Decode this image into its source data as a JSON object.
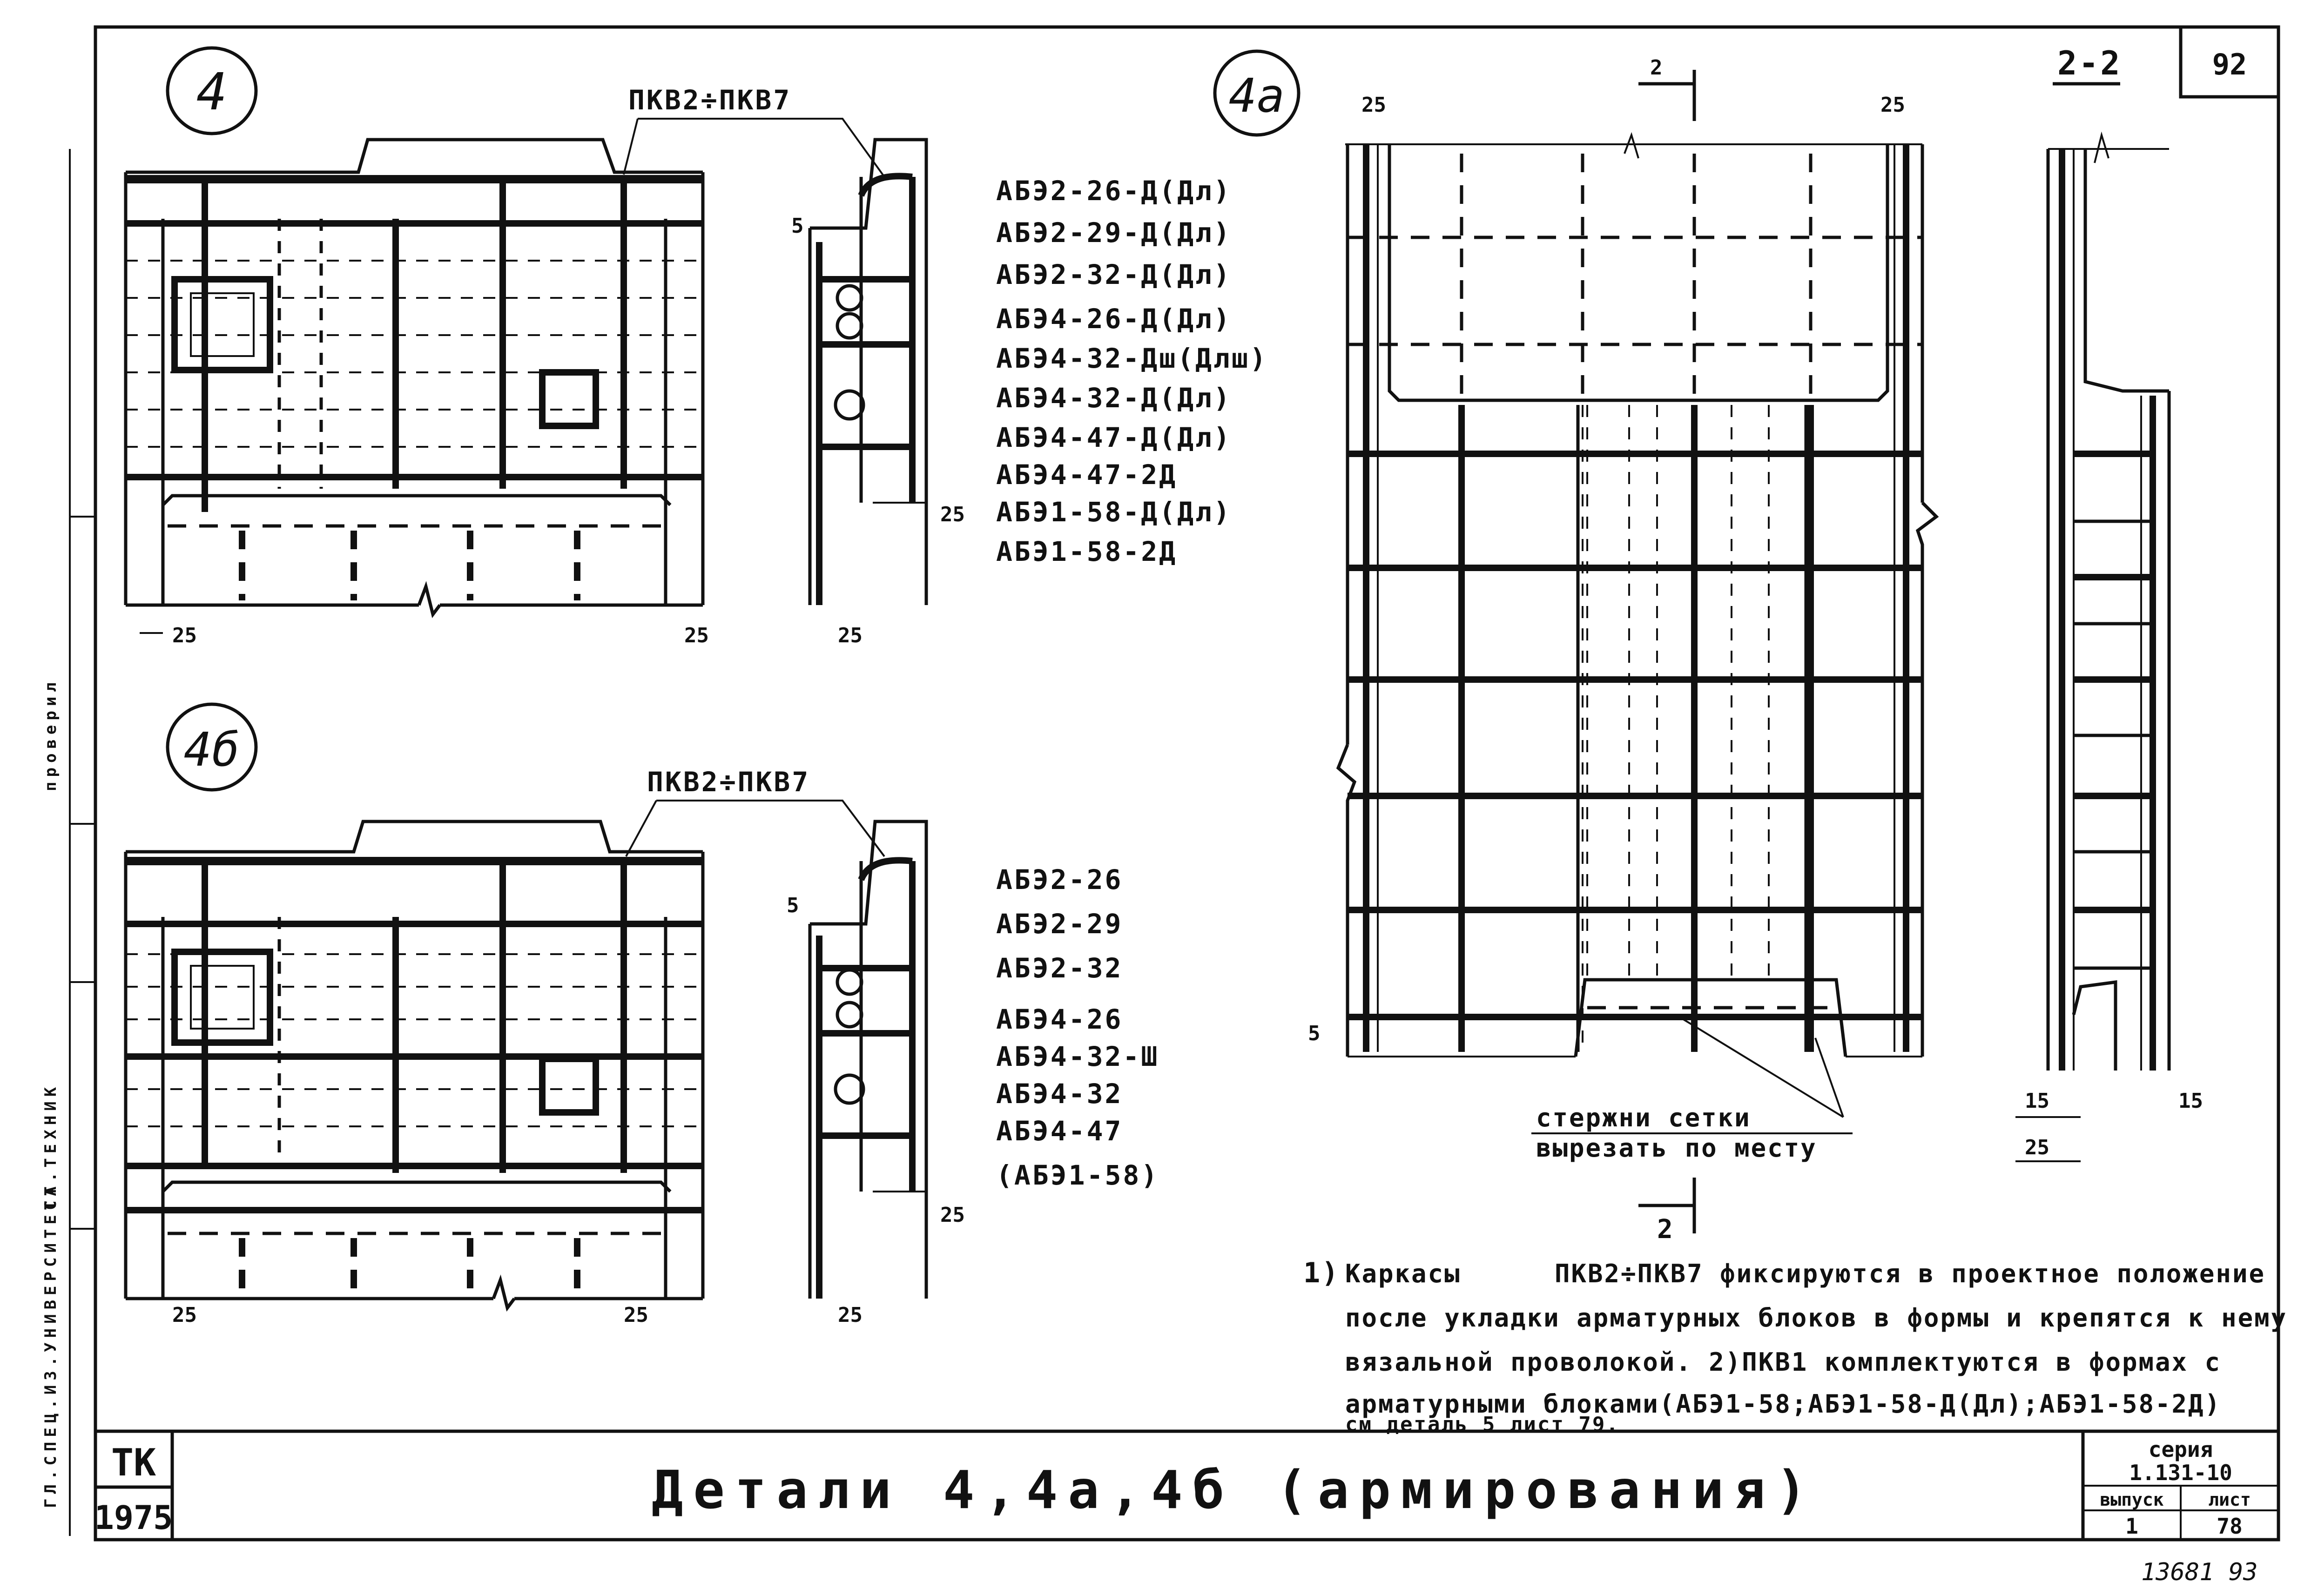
{
  "sheet_number": "92",
  "details": {
    "d4": {
      "label": "4",
      "frames_callout": "ПКВ2÷ПКВ7",
      "blocks": [
        "АБЭ2-26-Д(Дл)",
        "АБЭ2-29-Д(Дл)",
        "АБЭ2-32-Д(Дл)",
        "АБЭ4-26-Д(Дл)",
        "АБЭ4-32-Дш(Длш)",
        "АБЭ4-32-Д(Дл)",
        "АБЭ4-47-Д(Дл)",
        "АБЭ4-47-2Д",
        "АБЭ1-58-Д(Дл)",
        "АБЭ1-58-2Д"
      ]
    },
    "d4b": {
      "label": "4б",
      "frames_callout": "ПКВ2÷ПКВ7",
      "blocks": [
        "АБЭ2-26",
        "АБЭ2-29",
        "АБЭ2-32",
        "АБЭ4-26",
        "АБЭ4-32-Ш",
        "АБЭ4-32",
        "АБЭ4-47",
        "(АБЭ1-58)"
      ]
    },
    "d4a": {
      "label": "4а"
    },
    "section": {
      "label": "2-2",
      "cut_label": "2"
    }
  },
  "dimensions": {
    "d25": "25",
    "d5": "5",
    "d15": "15"
  },
  "mesh_note": {
    "line1": "стержни сетки",
    "line2": "вырезать по месту"
  },
  "notes": {
    "line1_num": "1)",
    "line1_a": "Каркасы",
    "line1_b": "ПКВ2÷ПКВ7 фиксируются в проектное положение",
    "line2": "после укладки арматурных блоков в формы и крепятся к нему",
    "line3": "вязальной проволокой. 2)ПКВ1  комплектуются в формах с",
    "line4": "арматурными блоками(АБЭ1-58;АБЭ1-58-Д(Дл);АБЭ1-58-2Д)",
    "line5": "см деталь 5 лист 79."
  },
  "title_block": {
    "org": "ТК",
    "year": "1975",
    "title": "Детали 4,4а,4б (армирования)",
    "series_label": "серия",
    "series_value": "1.131-10",
    "issue_label": "выпуск",
    "issue_value": "1",
    "sheet_label": "лист",
    "sheet_value": "78",
    "archive_number": "13681  93"
  },
  "side_margin": {
    "checked": "проверил",
    "signature": "СТ.ТЕХНИК",
    "header": "ГЛ.СПЕЦ.ИЗ.УНИВЕРСИТЕТА"
  }
}
